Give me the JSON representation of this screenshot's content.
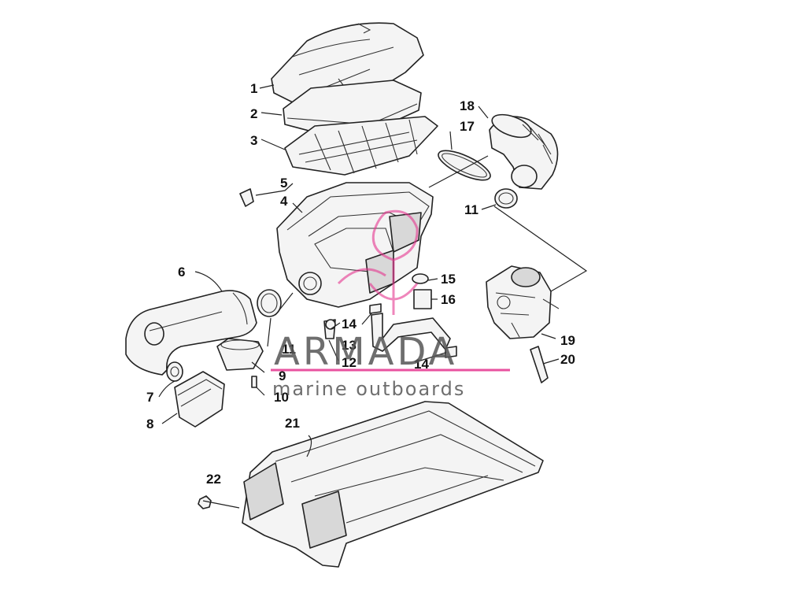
{
  "watermark": {
    "brand": "ARMADA",
    "tagline": "marine outboards",
    "accent_color": "#e5358f"
  },
  "callouts": [
    "1",
    "2",
    "3",
    "4",
    "5",
    "6",
    "7",
    "8",
    "9",
    "10",
    "11",
    "11",
    "12",
    "13",
    "14",
    "14",
    "15",
    "16",
    "17",
    "18",
    "19",
    "20",
    "21",
    "22"
  ],
  "parts": [
    "air-box-cover",
    "filter-element",
    "filter-screen",
    "air-box-housing",
    "clip",
    "intake-duct",
    "grommet",
    "intake-silencer",
    "boot",
    "screw",
    "hose-clamp",
    "drain",
    "check-valve",
    "clamp",
    "breather-hose",
    "outlet-clamp",
    "intake-boot",
    "carburetor",
    "vent-hose",
    "belly-pan",
    "nut"
  ]
}
